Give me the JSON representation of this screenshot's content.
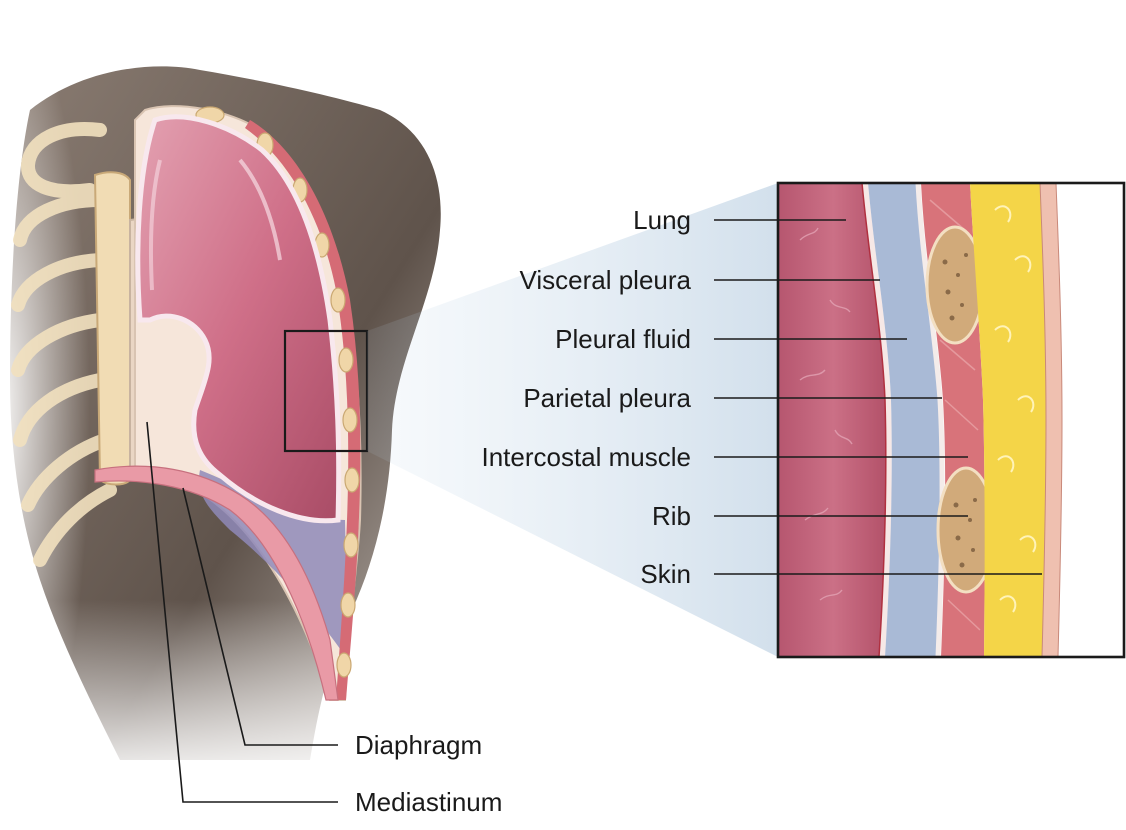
{
  "labels": {
    "lung": "Lung",
    "visceral_pleura": "Visceral pleura",
    "pleural_fluid": "Pleural fluid",
    "parietal_pleura": "Parietal pleura",
    "intercostal_muscle": "Intercostal muscle",
    "rib": "Rib",
    "skin": "Skin",
    "diaphragm": "Diaphragm",
    "mediastinum": "Mediastinum"
  },
  "colors": {
    "lung": "#c45a73",
    "lung_light": "#e9a6b4",
    "pleural_fluid": "#a9bad6",
    "muscle": "#d9737a",
    "fat": "#f3d24a",
    "rib": "#d9b48a",
    "skin": "#f0c3b4",
    "torso": "#6f6259",
    "bone": "#f2e1bf"
  }
}
